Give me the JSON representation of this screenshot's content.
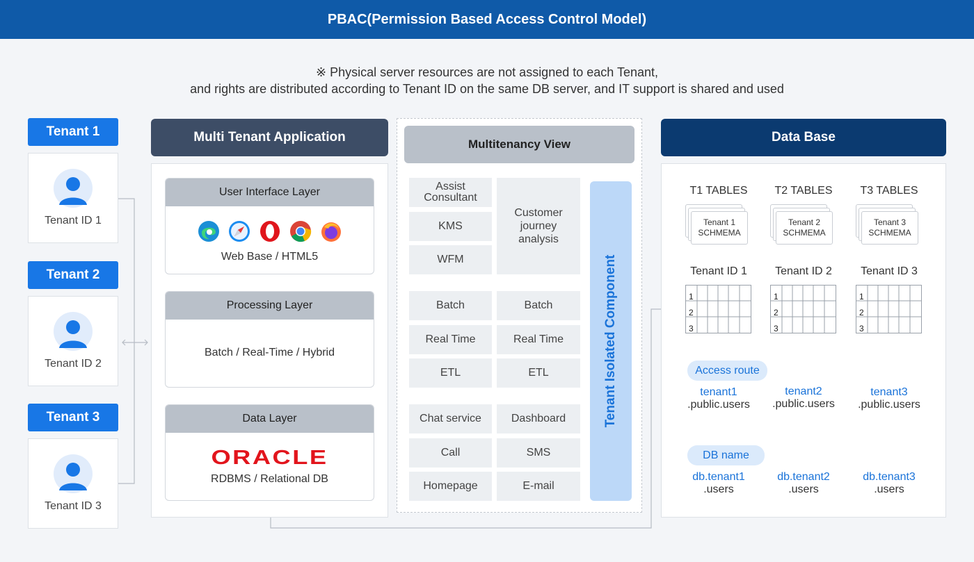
{
  "header": {
    "title": "PBAC(Permission Based Access Control Model)"
  },
  "note": {
    "line1": "※ Physical server resources are not assigned to each Tenant,",
    "line2": "and rights are distributed according to Tenant ID on the same DB server, and IT support is shared and used"
  },
  "tenants": [
    {
      "tab": "Tenant 1",
      "id": "Tenant ID 1"
    },
    {
      "tab": "Tenant 2",
      "id": "Tenant ID 2"
    },
    {
      "tab": "Tenant 3",
      "id": "Tenant ID 3"
    }
  ],
  "app": {
    "title": "Multi Tenant Application",
    "ui_layer": {
      "title": "User Interface Layer",
      "caption": "Web Base / HTML5",
      "browsers": [
        "edge-icon",
        "safari-icon",
        "opera-icon",
        "chrome-icon",
        "firefox-icon"
      ]
    },
    "processing_layer": {
      "title": "Processing Layer",
      "caption": "Batch / Real-Time / Hybrid"
    },
    "data_layer": {
      "title": "Data Layer",
      "logo": "ORACLE",
      "caption": "RDBMS / Relational DB"
    }
  },
  "view": {
    "title": "Multitenancy View",
    "group1_left": [
      "Assist Consultant",
      "KMS",
      "WFM"
    ],
    "group1_right": "Customer journey analysis",
    "group2_left": [
      "Batch",
      "Real Time",
      "ETL"
    ],
    "group2_right": [
      "Batch",
      "Real Time",
      "ETL"
    ],
    "group3_left": [
      "Chat service",
      "Call",
      "Homepage"
    ],
    "group3_right": [
      "Dashboard",
      "SMS",
      "E-mail"
    ],
    "isolated": "Tenant Isolated Component"
  },
  "db": {
    "title": "Data Base",
    "tables": [
      {
        "title": "T1 TABLES",
        "card1": "Tenant 1",
        "card2": "SCHMEMA",
        "tid": "Tenant ID 1",
        "route1": "tenant1",
        "route2": ".public.users",
        "db1": "db.tenant1",
        "db2": ".users"
      },
      {
        "title": "T2 TABLES",
        "card1": "Tenant 2",
        "card2": "SCHMEMA",
        "tid": "Tenant ID 2",
        "route1": "tenant2",
        "route2": ".public.users",
        "db1": "db.tenant2",
        "db2": ".users"
      },
      {
        "title": "T3 TABLES",
        "card1": "Tenant 3",
        "card2": "SCHMEMA",
        "tid": "Tenant ID 3",
        "route1": "tenant3",
        "route2": ".public.users",
        "db1": "db.tenant3",
        "db2": ".users"
      }
    ],
    "row_numbers": [
      "1",
      "2",
      "3"
    ],
    "access_route": "Access route",
    "db_name": "DB name"
  },
  "colors": {
    "header": "#0f5aa8",
    "tenant_tab": "#1877e6",
    "app_head": "#3d4d66",
    "view_head": "#b9c0c9",
    "db_head": "#0b3a70",
    "isolated": "#bcd8f8",
    "accent": "#1a73d9"
  }
}
